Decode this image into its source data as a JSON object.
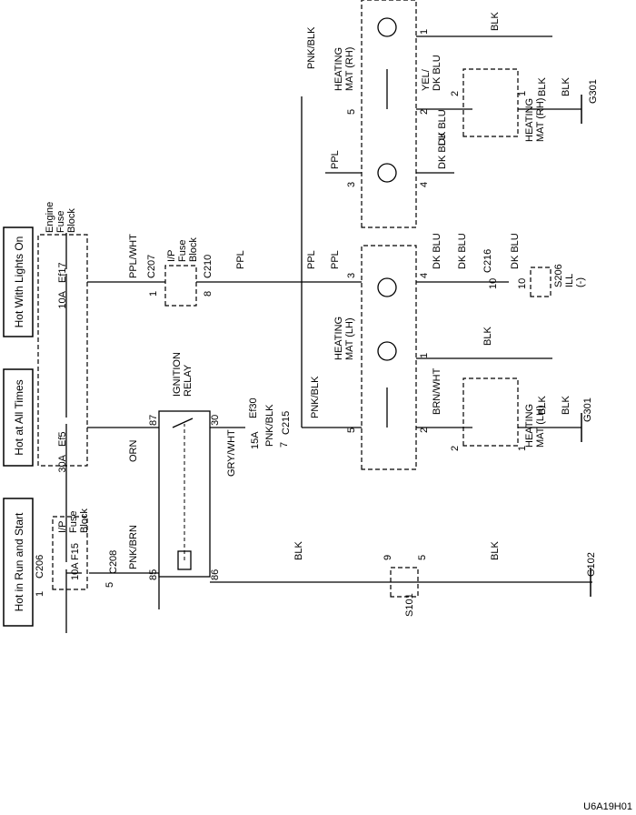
{
  "header_boxes": {
    "run_start": "Hot in Run and Start",
    "all_times": "Hot at All Times",
    "lights_on": "Hot With Lights On"
  },
  "blocks": {
    "ip_fuse": [
      "I/P",
      "Fuse",
      "Block"
    ],
    "engine_fuse": [
      "Engine",
      "Fuse",
      "Block"
    ],
    "ip_fuse_2": [
      "I/P",
      "Fuse",
      "Block"
    ],
    "relay": [
      "IGNITION",
      "RELAY"
    ],
    "mat_rh": [
      "HEATING",
      "MAT (RH)"
    ],
    "mat_lh": [
      "HEATING",
      "MAT (LH)"
    ],
    "mat_rh_elem": [
      "HEATING",
      "MAT (RH)"
    ],
    "mat_lh_elem": [
      "HEATING",
      "MAT (LH)"
    ],
    "s206": [
      "S206",
      "ILL",
      "(-)"
    ]
  },
  "fuses": {
    "f15": "F15",
    "f15_amp": "10A",
    "ef5": "Ef5",
    "ef5_amp": "30A",
    "ef17": "Ef17",
    "ef17_amp": "10A",
    "ef30": "Ef30",
    "ef30_amp": "15A"
  },
  "connectors": {
    "c206": "C206",
    "c208": "C208",
    "c207": "C207",
    "c210": "C210",
    "c215": "C215",
    "c216": "C216",
    "s101": "S101",
    "g102": "G102",
    "g301_top": "G301",
    "g301_bot": "G301"
  },
  "wires": {
    "pnk_brn": "PNK/BRN",
    "orn": "ORN",
    "ppl_wht": "PPL/WHT",
    "gry_wht": "GRY/WHT",
    "pnk_blk_1": "PNK/BLK",
    "blk_1": "BLK",
    "blk_2": "BLK",
    "ppl_1": "PPL",
    "ppl_2": "PPL",
    "ppl_3": "PPL",
    "ppl_4": "PPL",
    "pnk_blk_2": "PNK/BLK",
    "pnk_blk_3": "PNK/BLK",
    "dk_blu_1": "DK BLU",
    "dk_blu_2": "DK BLU",
    "dk_blu_3": "DK BLU",
    "dk_blu_4": "DK BLU",
    "dk_blu_5": "DK BLU",
    "yel_dk_blu": [
      "YEL/",
      "DK BLU"
    ],
    "brn_wht": "BRN/WHT",
    "blk_rh_top": "BLK",
    "blk_rh_1": "BLK",
    "blk_rh_2": "BLK",
    "blk_lh_top": "BLK",
    "blk_lh_1": "BLK",
    "blk_lh_2": "BLK"
  },
  "pins": {
    "c206_p": "1",
    "c208_p": "5",
    "c207_p": "1",
    "c210_p": "8",
    "relay_87": "87",
    "relay_30": "30",
    "relay_85": "85",
    "relay_86": "86",
    "c215_p": "7",
    "s101_9": "9",
    "s101_5": "5",
    "c216_p": "10",
    "s206_p": "10",
    "rh_1": "1",
    "rh_2": "2",
    "rh_3": "3",
    "rh_4": "4",
    "rh_5": "5",
    "rhe_1": "1",
    "rhe_2": "2",
    "lh_1": "1",
    "lh_2": "2",
    "lh_3": "3",
    "lh_4": "4",
    "lh_5": "5",
    "lhe_1": "1",
    "lhe_2": "2"
  },
  "footer_code": "U6A19H01"
}
